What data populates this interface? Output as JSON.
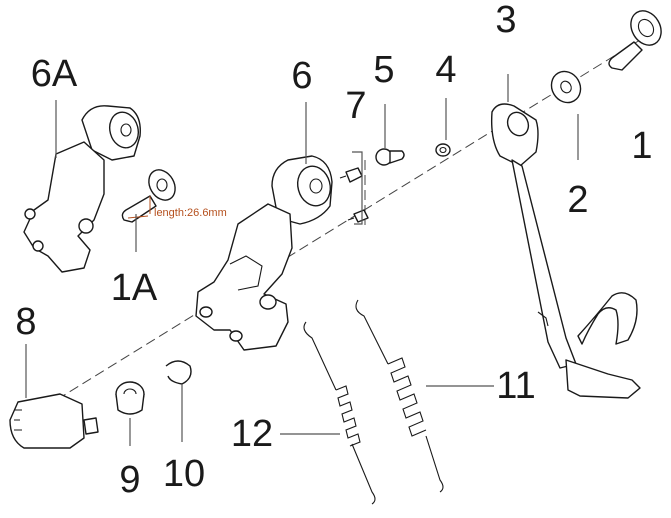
{
  "callouts": {
    "c1": "1",
    "c1a": "1A",
    "c2": "2",
    "c3": "3",
    "c4": "4",
    "c5": "5",
    "c6": "6",
    "c6a": "6A",
    "c7": "7",
    "c8": "8",
    "c9": "9",
    "c10": "10",
    "c11": "11",
    "c12": "12"
  },
  "annotation": {
    "length_note": "length:26.6mm"
  },
  "colors": {
    "line": "#1a1a1a",
    "annotation": "#b5501e"
  },
  "parts": [
    "bolt-icon",
    "washer-icon",
    "kickstand-icon",
    "small-washer-icon",
    "pin-icon",
    "bracket-icon",
    "screw-icon",
    "switch-icon",
    "bushing-icon",
    "spring-clip-icon",
    "spring-icon"
  ]
}
